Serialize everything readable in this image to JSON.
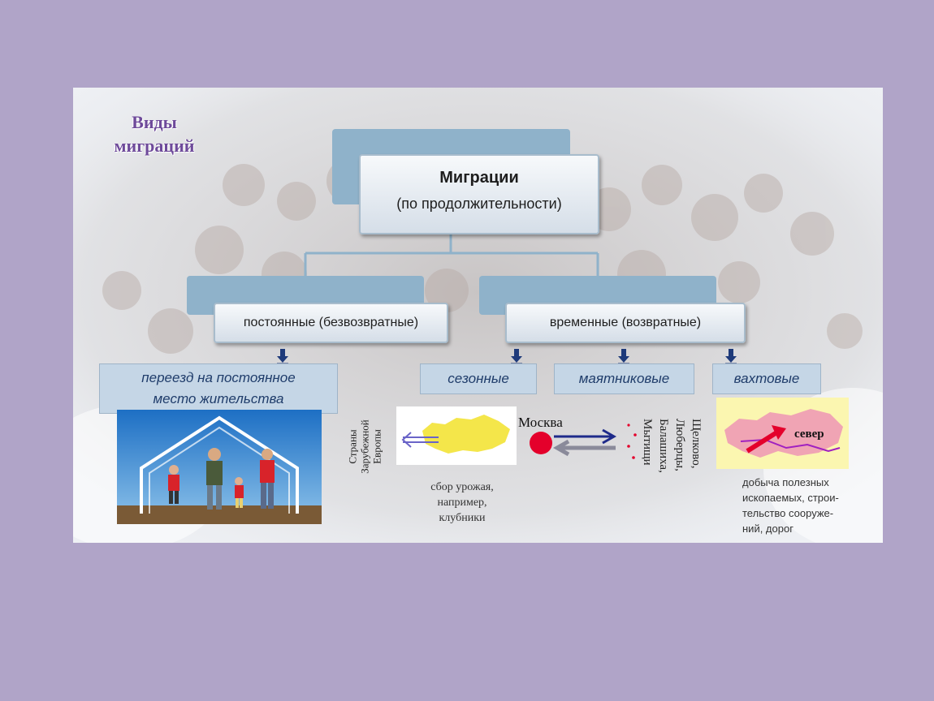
{
  "heading": {
    "line1": "Виды",
    "line2": "миграций"
  },
  "root": {
    "title": "Миграции",
    "subtitle": "(по продолжительности)"
  },
  "permanent": {
    "label": "постоянные (безвозвратные)",
    "leaf": {
      "line1": "переезд на постоянное",
      "line2": "место  жительства"
    }
  },
  "temporary": {
    "label": "временные  (возвратные)",
    "leaves": {
      "seasonal": "сезонные",
      "pendulum": "маятниковые",
      "shift": "вахтовые"
    }
  },
  "seasonal_map": {
    "countries_label": "Страны Зарубежной Европы",
    "note": {
      "line1": "сбор урожая,",
      "line2": "например,",
      "line3": "клубники"
    }
  },
  "pendulum_map": {
    "city": "Москва",
    "towns": [
      "Щелково,",
      "Люберцы,",
      "Балашиха,",
      "Мытищи"
    ]
  },
  "shift_map": {
    "label": "север",
    "note": {
      "line1": "добыча      полезных",
      "line2": "ископаемых,  строи-",
      "line3": "тельство    сооруже-",
      "line4": "ний, дорог"
    }
  },
  "colors": {
    "background": "#b0a4c8",
    "heading": "#6e4a9a",
    "connector": "#8fb2ca",
    "leaf_fill": "#c5d6e6",
    "leaf_text": "#1f3c6a",
    "arrow": "#1e3a7a",
    "map_fill": "#f4e64a",
    "russia_pink": "#f0a4b4"
  }
}
